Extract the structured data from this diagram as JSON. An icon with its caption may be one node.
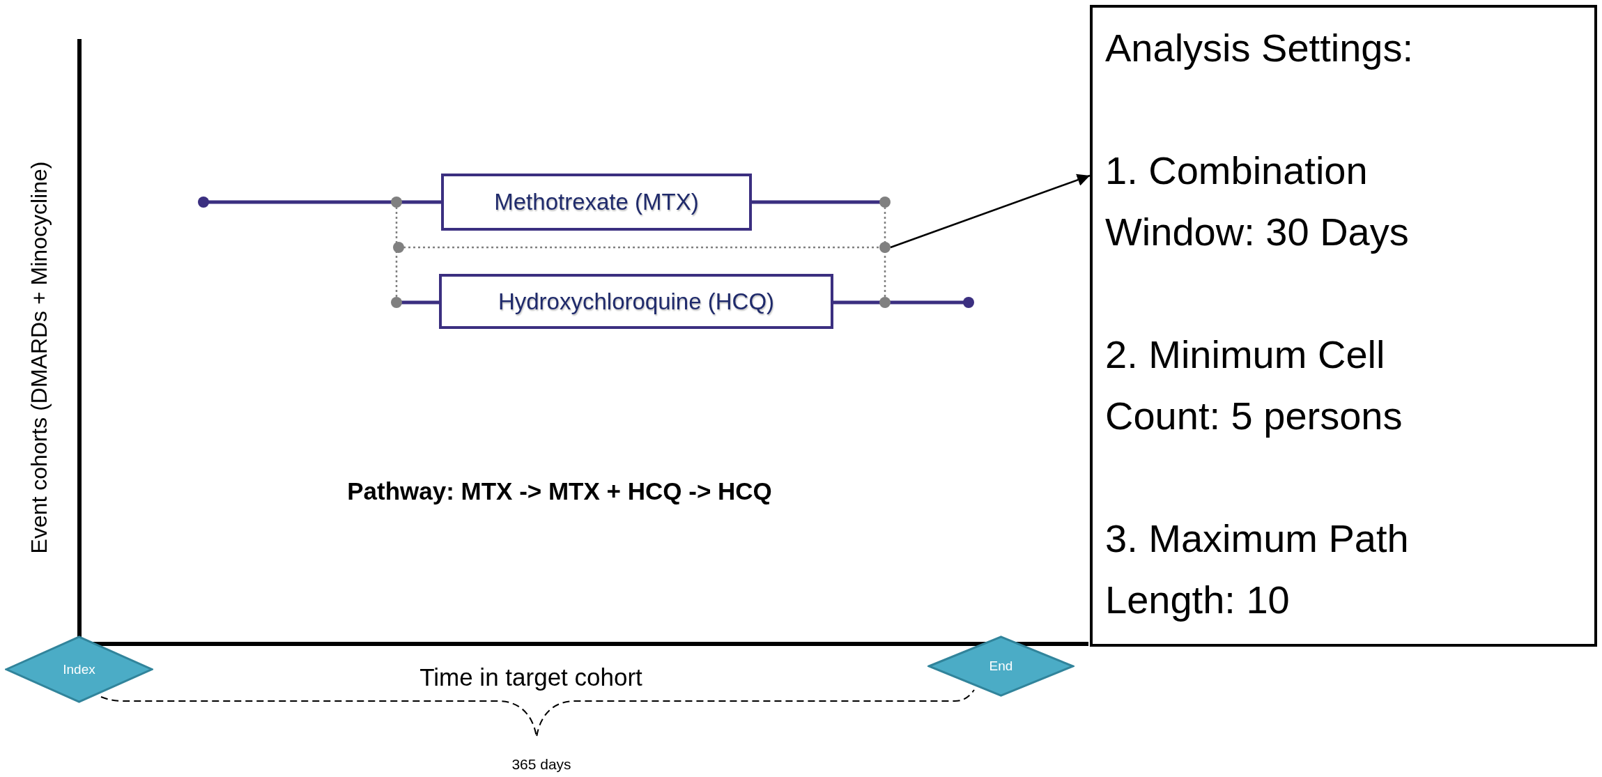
{
  "diagram": {
    "nodes": [
      {
        "text": [
          "Methotrexate (MTX)"
        ]
      },
      {
        "text": [
          "Hydroxychloroquine (HCQ)"
        ]
      },
      {
        "text": [],
        "shape": "circle"
      },
      {
        "text": [
          "Analysis Settings:",
          "1. Combination Window: 30 Days",
          "2. Minimum Cell Count: 5 persons",
          "3. Maximum Path Length: 10"
        ]
      },
      {
        "text": [
          "Index"
        ]
      },
      {
        "text": [
          "End"
        ]
      }
    ],
    "edges": [
      {
        "from": 2,
        "to": 3,
        "arrow": "to"
      }
    ],
    "labels": [
      "Event cohorts (DMARDs + Minocycline)",
      "Pathway: MTX -> MTX + HCQ -> HCQ",
      "Time in target cohort",
      "365 days"
    ]
  }
}
